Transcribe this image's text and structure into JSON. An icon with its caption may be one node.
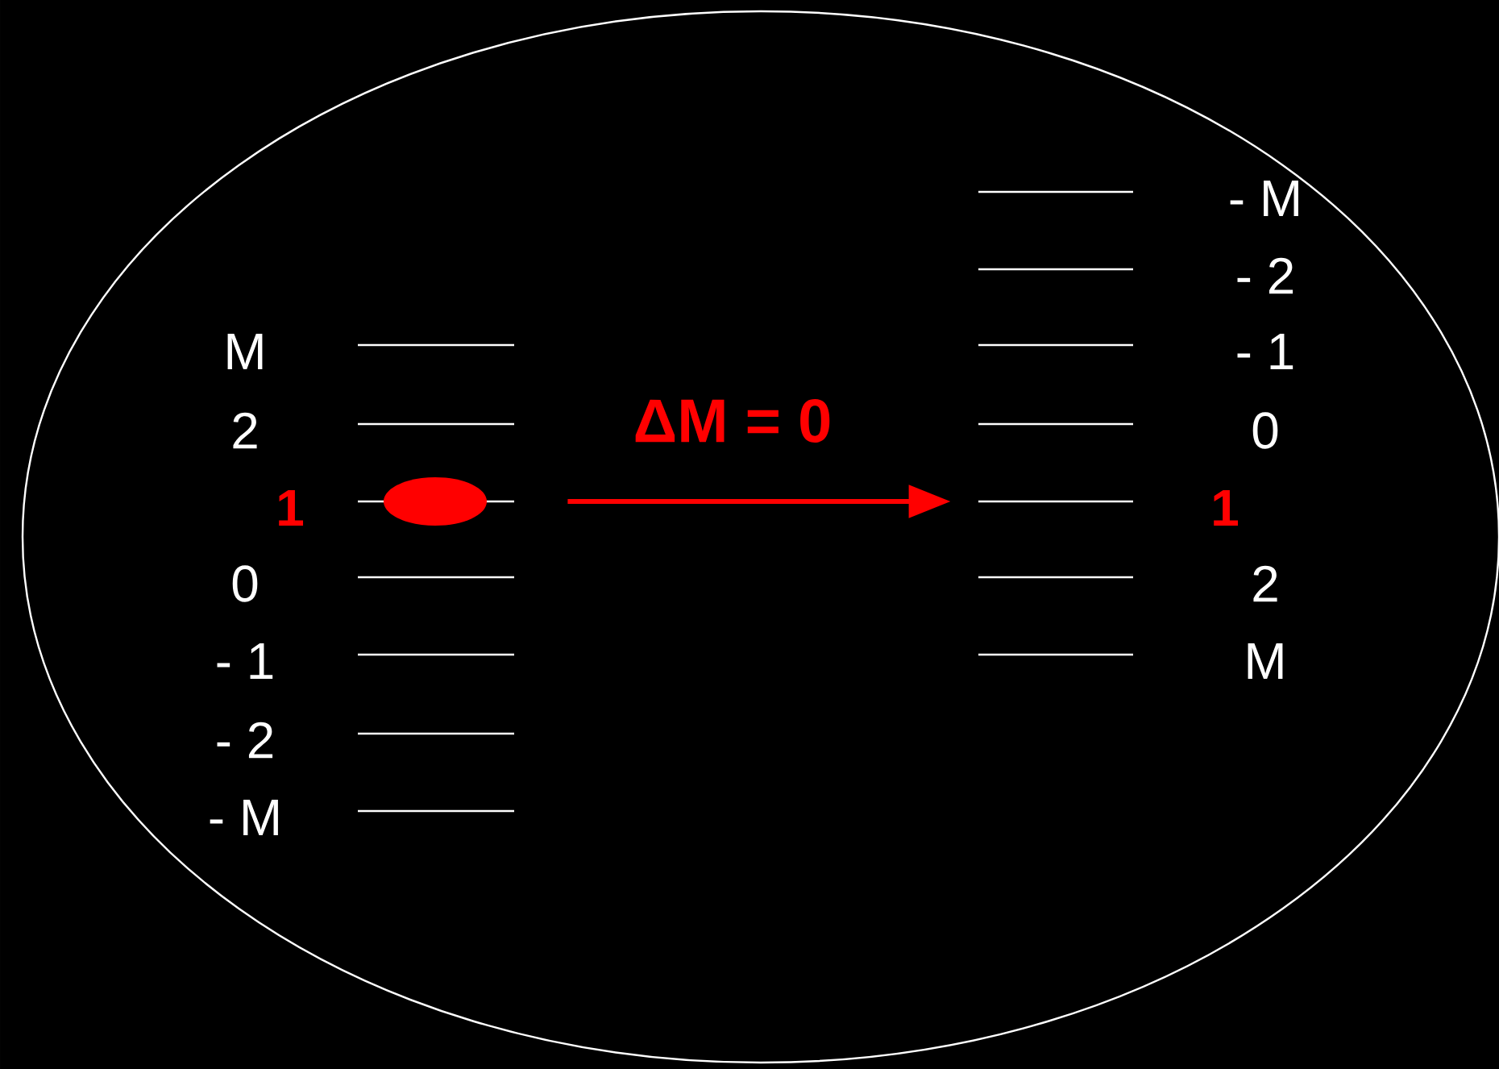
{
  "diagram": {
    "nodes": [
      {
        "text": [],
        "shape": "ellipse"
      },
      {
        "text": [],
        "shape": "bar"
      }
    ],
    "edges": [
      {
        "from": 0,
        "to": 1,
        "arrow": "to",
        "label": "ΔM = 0",
        "color": "#ff0000"
      }
    ],
    "labels": [
      "M",
      "2",
      "1",
      "0",
      "- 1",
      "- 2",
      "- M",
      "- M",
      "- 2",
      "- 1",
      "0",
      "1",
      "2",
      "M"
    ]
  }
}
